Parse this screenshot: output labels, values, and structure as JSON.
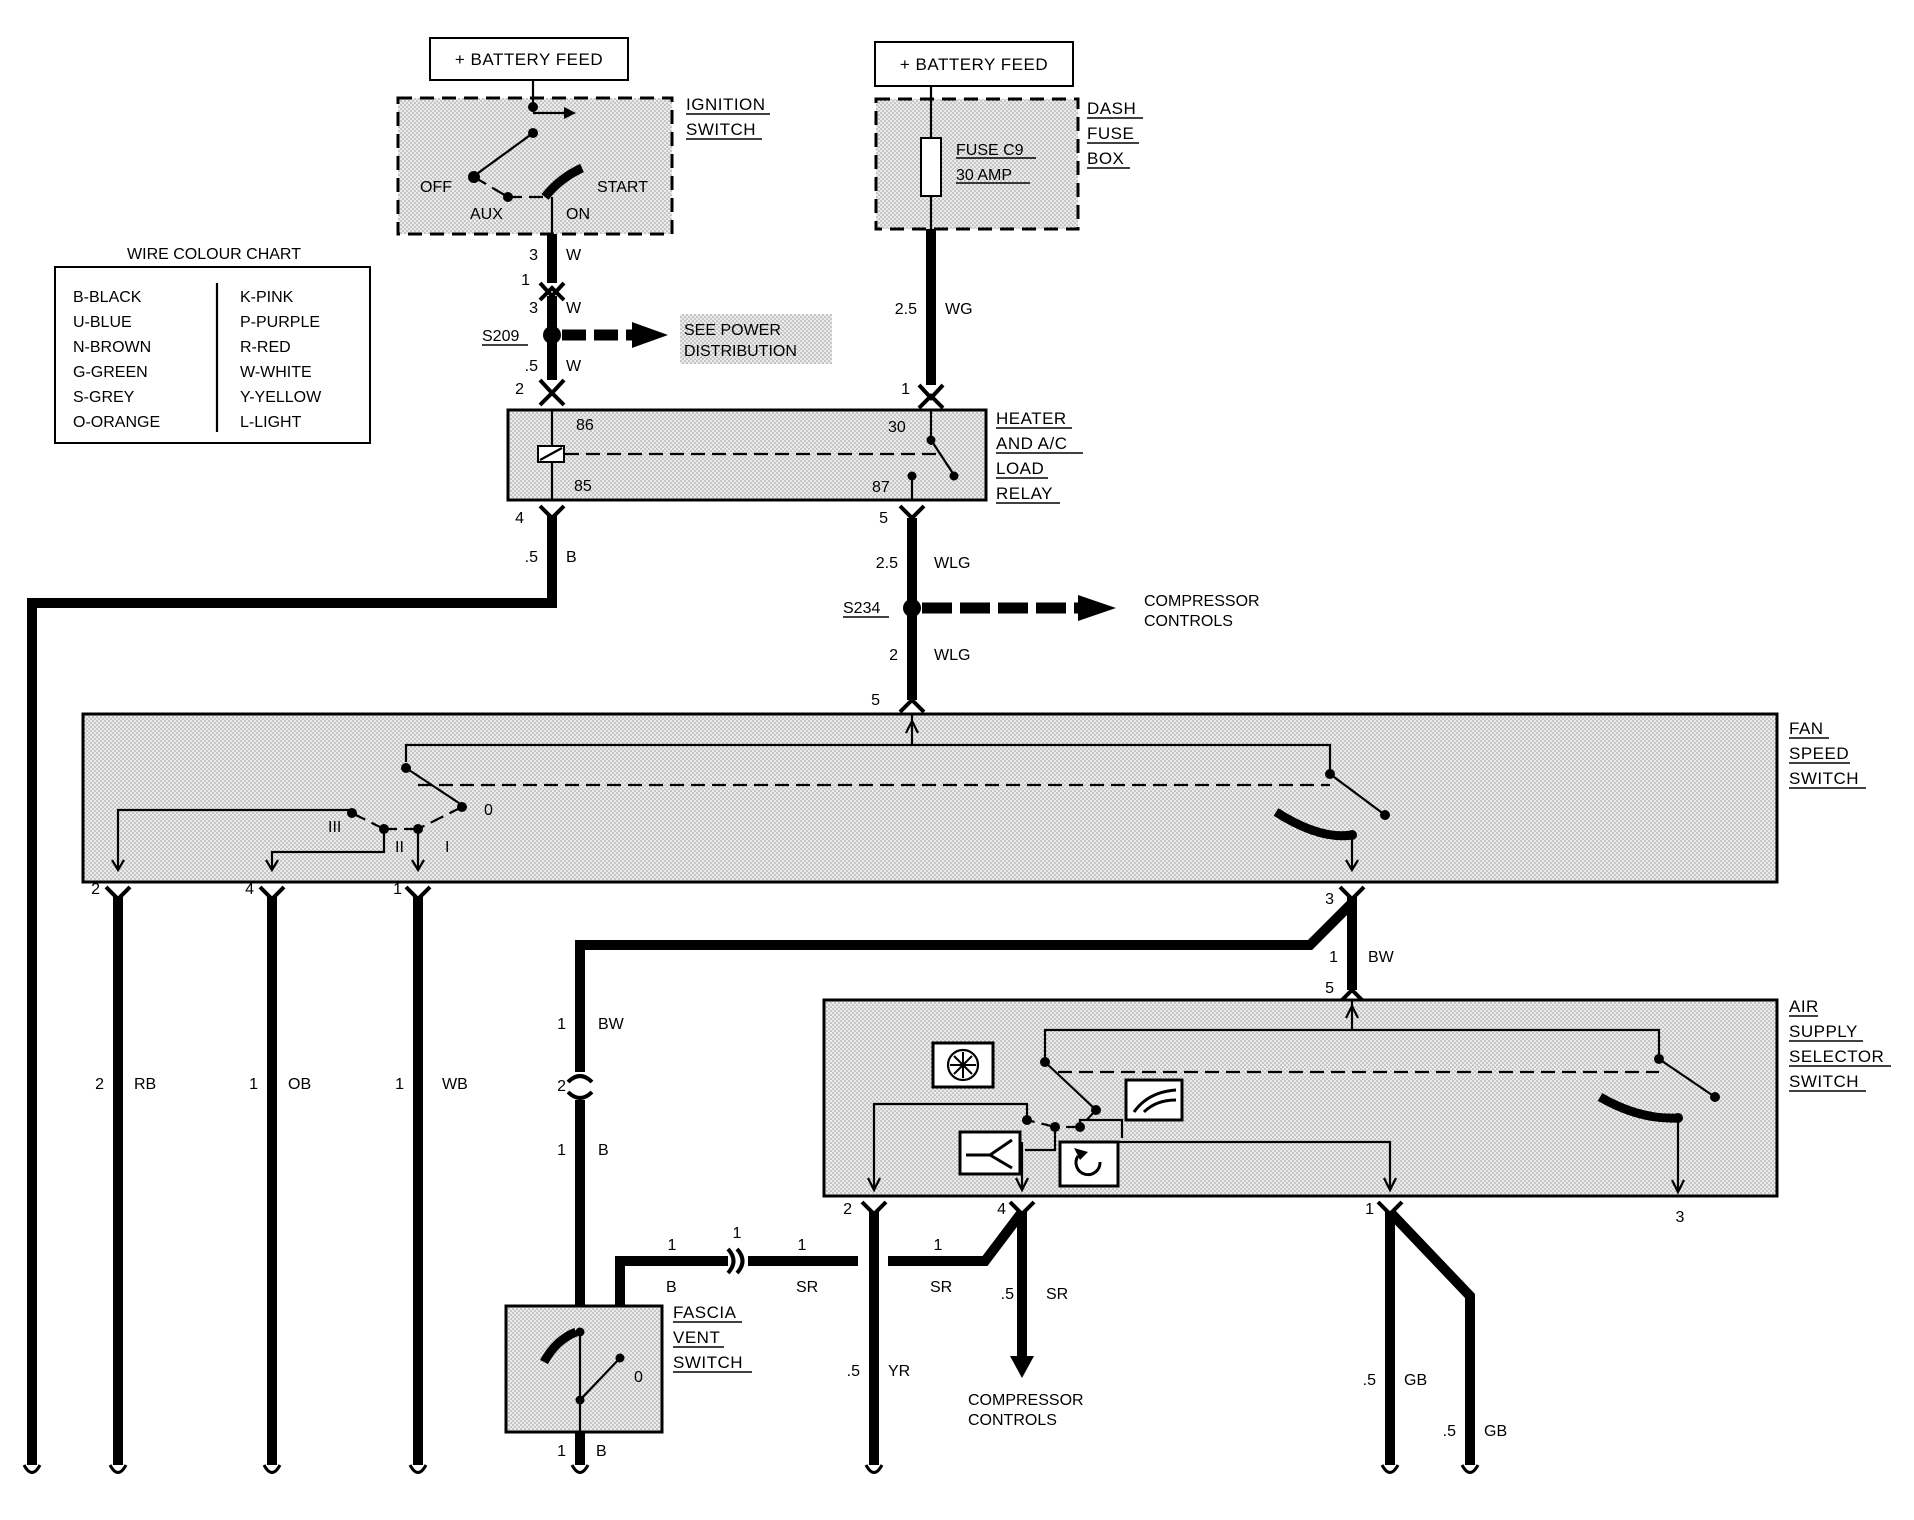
{
  "battery_feed_left": "+ BATTERY FEED",
  "battery_feed_right": "+ BATTERY FEED",
  "ignition_switch": {
    "title_l1": "IGNITION",
    "title_l2": "SWITCH",
    "pos_off": "OFF",
    "pos_start": "START",
    "pos_aux": "AUX",
    "pos_on": "ON"
  },
  "dash_fuse_box": {
    "title_l1": "DASH",
    "title_l2": "FUSE",
    "title_l3": "BOX",
    "fuse_l1": "FUSE C9",
    "fuse_l2": "30 AMP"
  },
  "wire_colour_chart": {
    "title": "WIRE COLOUR CHART",
    "left": [
      "B-BLACK",
      "U-BLUE",
      "N-BROWN",
      "G-GREEN",
      "S-GREY",
      "O-ORANGE"
    ],
    "right": [
      "K-PINK",
      "P-PURPLE",
      "R-RED",
      "W-WHITE",
      "Y-YELLOW",
      "L-LIGHT"
    ]
  },
  "splices": {
    "s209": "S209",
    "s234": "S234",
    "power_l1": "SEE POWER",
    "power_l2": "DISTRIBUTION",
    "compressor_l1": "COMPRESSOR",
    "compressor_l2": "CONTROLS"
  },
  "relay": {
    "title_l1": "HEATER",
    "title_l2": "AND A/C",
    "title_l3": "LOAD",
    "title_l4": "RELAY",
    "pin86": "86",
    "pin85": "85",
    "pin30": "30",
    "pin87": "87"
  },
  "fan_speed_switch": {
    "title_l1": "FAN",
    "title_l2": "SPEED",
    "title_l3": "SWITCH",
    "pos_0": "0",
    "pos_i": "I",
    "pos_ii": "II",
    "pos_iii": "III"
  },
  "air_supply_switch": {
    "title_l1": "AIR",
    "title_l2": "SUPPLY",
    "title_l3": "SELECTOR",
    "title_l4": "SWITCH"
  },
  "fascia_vent_switch": {
    "title_l1": "FASCIA",
    "title_l2": "VENT",
    "title_l3": "SWITCH",
    "pos_0": "0"
  },
  "compressor_bottom": {
    "l1": "COMPRESSOR",
    "l2": "CONTROLS"
  },
  "wire_labels": {
    "ign_pin": "3",
    "ign_gauge": "3",
    "ign_color": "W",
    "s209_pin_top": "1",
    "s209_in_gauge": "3",
    "s209_in_color": "W",
    "s209_out_gauge": ".5",
    "s209_out_color": "W",
    "relay_pin2": "2",
    "fuse_gauge": "2.5",
    "fuse_color": "WG",
    "relay_pin1": "1",
    "relay_pin4": "4",
    "b_gauge": ".5",
    "b_color": "B",
    "relay_pin5": "5",
    "wlg_gauge1": "2.5",
    "wlg_color1": "WLG",
    "wlg_gauge2": "2",
    "wlg_color2": "WLG",
    "fan_pin5": "5",
    "fan_pin2": "2",
    "fan_pin4": "4",
    "fan_pin1": "1",
    "fan_pin3": "3",
    "rb_gauge": "2",
    "rb_color": "RB",
    "ob_gauge": "1",
    "ob_color": "OB",
    "wb_gauge": "1",
    "wb_color": "WB",
    "bw_gauge": "1",
    "bw_color": "BW",
    "air_pin5": "5",
    "bw_left_gauge": "1",
    "bw_left_color": "BW",
    "conn_pin2": "2",
    "b_left_gauge": "1",
    "b_left_color": "B",
    "fascia_b_gauge": "1",
    "fascia_b_color": "B",
    "conn_pin1a": "1",
    "sr_gauge_a": "1",
    "sr_color_a": "SR",
    "sr_gauge_b": "1",
    "sr_color_b": "SR",
    "sr_gauge_c": ".5",
    "sr_color_c": "SR",
    "air_pin2": "2",
    "air_pin4": "4",
    "air_pin1": "1",
    "air_pin3": "3",
    "yr_gauge": ".5",
    "yr_color": "YR",
    "gb_gauge1": ".5",
    "gb_color1": "GB",
    "gb_gauge2": ".5",
    "gb_color2": "GB",
    "fascia_bottom_gauge": "1",
    "fascia_bottom_color": "B"
  }
}
